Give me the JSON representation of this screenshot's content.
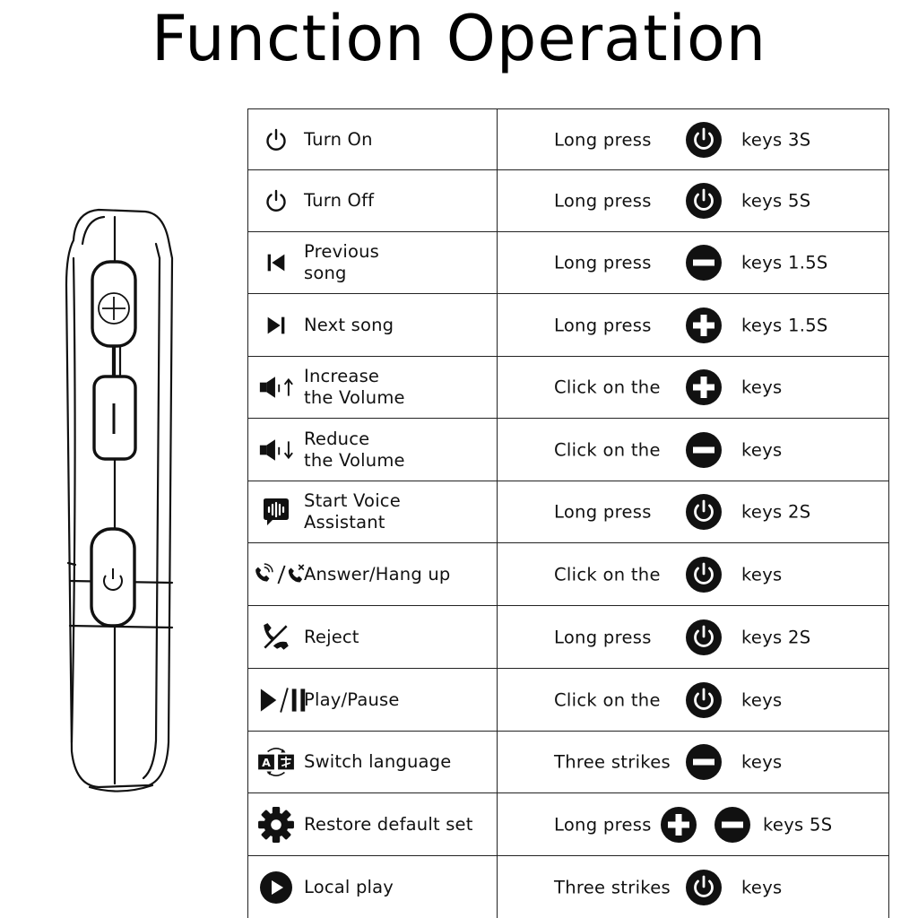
{
  "title": "Function Operation",
  "colors": {
    "ink": "#111111",
    "border": "#222222",
    "background": "#ffffff"
  },
  "device": {
    "buttons": [
      "plus-button",
      "minus-button",
      "power-button"
    ]
  },
  "rows": [
    {
      "icon": "power-icon",
      "function": "Turn On",
      "action": "Long press",
      "keys": [
        "power-key-icon"
      ],
      "suffix": "keys 3S"
    },
    {
      "icon": "power-icon",
      "function": "Turn Off",
      "action": "Long press",
      "keys": [
        "power-key-icon"
      ],
      "suffix": "keys 5S"
    },
    {
      "icon": "previous-track-icon",
      "function": "Previous\nsong",
      "action": "Long press",
      "keys": [
        "minus-key-icon"
      ],
      "suffix": "keys 1.5S"
    },
    {
      "icon": "next-track-icon",
      "function": "Next song",
      "action": "Long press",
      "keys": [
        "plus-key-icon"
      ],
      "suffix": "keys 1.5S"
    },
    {
      "icon": "volume-up-icon",
      "function": "Increase\nthe Volume",
      "action": "Click on the",
      "keys": [
        "plus-key-icon"
      ],
      "suffix": "keys"
    },
    {
      "icon": "volume-down-icon",
      "function": "Reduce\nthe Volume",
      "action": "Click on the",
      "keys": [
        "minus-key-icon"
      ],
      "suffix": "keys"
    },
    {
      "icon": "voice-assistant-icon",
      "function": "Start Voice\nAssistant",
      "action": "Long press",
      "keys": [
        "power-key-icon"
      ],
      "suffix": "keys 2S"
    },
    {
      "icon": "answer-hangup-icon",
      "function": "Answer/Hang up",
      "action": "Click on the",
      "keys": [
        "power-key-icon"
      ],
      "suffix": "keys"
    },
    {
      "icon": "reject-call-icon",
      "function": "Reject",
      "action": "Long press",
      "keys": [
        "power-key-icon"
      ],
      "suffix": "keys 2S"
    },
    {
      "icon": "play-pause-icon",
      "function": "Play/Pause",
      "action": "Click on the",
      "keys": [
        "power-key-icon"
      ],
      "suffix": "keys"
    },
    {
      "icon": "language-switch-icon",
      "function": "Switch language",
      "action": "Three strikes",
      "keys": [
        "minus-key-icon"
      ],
      "suffix": "keys"
    },
    {
      "icon": "settings-gear-icon",
      "function": "Restore default set",
      "action": "Long press",
      "keys": [
        "plus-key-icon",
        "minus-key-icon"
      ],
      "suffix": "keys 5S"
    },
    {
      "icon": "play-circle-icon",
      "function": "Local play",
      "action": "Three strikes",
      "keys": [
        "power-key-icon"
      ],
      "suffix": "keys"
    }
  ]
}
